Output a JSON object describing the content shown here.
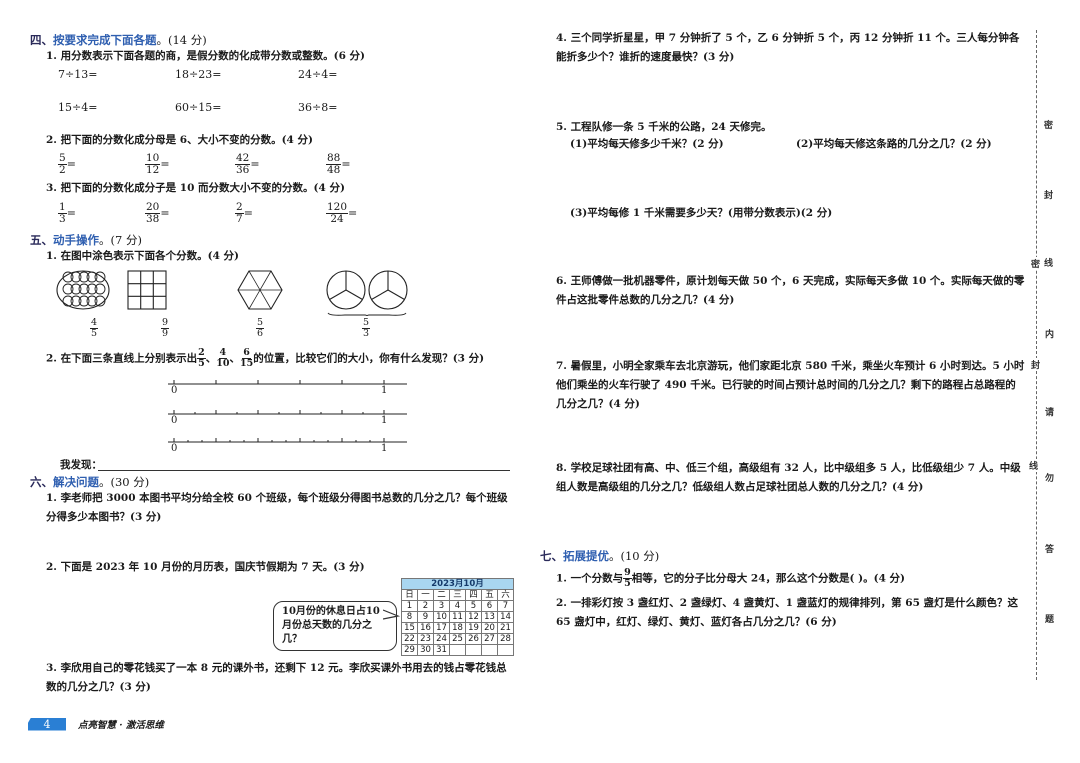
{
  "section4": {
    "num": "四、",
    "title": "按要求完成下面各题",
    "points": "。(14 分)",
    "q1": {
      "text": "1. 用分数表示下面各题的商，是假分数的化成带分数或整数。(6 分)",
      "items": [
        "7÷13=",
        "18÷23=",
        "24÷4=",
        "15÷4=",
        "60÷15=",
        "36÷8="
      ]
    },
    "q2": {
      "text": "2. 把下面的分数化成分母是 6、大小不变的分数。(4 分)",
      "fractions": [
        {
          "n": "5",
          "d": "2"
        },
        {
          "n": "10",
          "d": "12"
        },
        {
          "n": "42",
          "d": "36"
        },
        {
          "n": "88",
          "d": "48"
        }
      ]
    },
    "q3": {
      "text": "3. 把下面的分数化成分子是 10 而分数大小不变的分数。(4 分)",
      "fractions": [
        {
          "n": "1",
          "d": "3"
        },
        {
          "n": "20",
          "d": "38"
        },
        {
          "n": "2",
          "d": "7"
        },
        {
          "n": "120",
          "d": "24"
        }
      ]
    },
    "eq": "="
  },
  "section5": {
    "num": "五、",
    "title": "动手操作",
    "points": "。(7 分)",
    "q1": {
      "text": "1. 在图中涂色表示下面各个分数。(4 分)",
      "labels": [
        {
          "n": "4",
          "d": "5"
        },
        {
          "n": "9",
          "d": "9"
        },
        {
          "n": "5",
          "d": "6"
        },
        {
          "n": "5",
          "d": "3"
        }
      ]
    },
    "q2": {
      "text_before": "2. 在下面三条直线上分别表示出",
      "text_after": "的位置，比较它们的大小，你有什么发现？(3 分)",
      "fractions": [
        {
          "n": "2",
          "d": "5"
        },
        {
          "n": "4",
          "d": "10"
        },
        {
          "n": "6",
          "d": "15"
        }
      ],
      "sep": "、",
      "zero": "0",
      "one": "1",
      "discover_label": "我发现："
    }
  },
  "section6": {
    "num": "六、",
    "title": "解决问题",
    "points": "。(30 分)",
    "q1": "1. 李老师把 3000 本图书平均分给全校 60 个班级，每个班级分得图书总数的几分之几？每个班级分得多少本图书？(3 分)",
    "q2": "2. 下面是 2023 年 10 月份的月历表，国庆节假期为 7 天。(3 分)",
    "bubble": "10月份的休息日占10月份总天数的几分之几？",
    "calendar": {
      "title": "2023月10月",
      "weekdays": [
        "日",
        "一",
        "二",
        "三",
        "四",
        "五",
        "六"
      ],
      "rows": [
        [
          "1",
          "2",
          "3",
          "4",
          "5",
          "6",
          "7"
        ],
        [
          "8",
          "9",
          "10",
          "11",
          "12",
          "13",
          "14"
        ],
        [
          "15",
          "16",
          "17",
          "18",
          "19",
          "20",
          "21"
        ],
        [
          "22",
          "23",
          "24",
          "25",
          "26",
          "27",
          "28"
        ],
        [
          "29",
          "30",
          "31",
          "",
          "",
          "",
          ""
        ]
      ]
    },
    "q3": "3. 李欣用自己的零花钱买了一本 8 元的课外书，还剩下 12 元。李欣买课外书用去的钱占零花钱总数的几分之几？(3 分)",
    "q4": "4. 三个同学折星星，甲 7 分钟折了 5 个，乙 6 分钟折 5 个，丙 12 分钟折 11 个。三人每分钟各能折多少个？谁折的速度最快？(3 分)",
    "q5": {
      "text": "5. 工程队修一条 5 千米的公路，24 天修完。",
      "p1": "(1)平均每天修多少千米？(2 分)",
      "p2": "(2)平均每天修这条路的几分之几？(2 分)",
      "p3": "(3)平均每修 1 千米需要多少天？(用带分数表示)(2 分)"
    },
    "q6": "6. 王师傅做一批机器零件，原计划每天做 50 个，6 天完成，实际每天多做 10 个。实际每天做的零件占这批零件总数的几分之几？(4 分)",
    "q7": "7. 暑假里，小明全家乘车去北京游玩，他们家距北京 580 千米，乘坐火车预计 6 小时到达。5 小时他们乘坐的火车行驶了 490 千米。已行驶的时间占预计总时间的几分之几？剩下的路程占总路程的几分之几？(4 分)",
    "q8": "8. 学校足球社团有高、中、低三个组，高级组有 32 人，比中级组多 5 人，比低级组少 7 人。中级组人数是高级组的几分之几？低级组人数占足球社团总人数的几分之几？(4 分)"
  },
  "section7": {
    "num": "七、",
    "title": "拓展提优",
    "points": "。(10 分)",
    "q1_before": "1. 一个分数与",
    "q1_frac": {
      "n": "9",
      "d": "5"
    },
    "q1_after": "相等，它的分子比分母大 24，那么这个分数是(        )。(4 分)",
    "q2": "2. 一排彩灯按 3 盏红灯、2 盏绿灯、4 盏黄灯、1 盏蓝灯的规律排列，第 65 盏灯是什么颜色？这 65 盏灯中，红灯、绿灯、黄灯、蓝灯各占几分之几？(6 分)"
  },
  "margin": {
    "inner": [
      "密",
      "封",
      "线",
      "内",
      "请",
      "勿",
      "答",
      "题"
    ],
    "outer": [
      "密",
      "封",
      "线"
    ]
  },
  "footer": {
    "page": "4",
    "slogan": "点亮智慧 · 激活思维",
    "accent": "#2a7fd4"
  },
  "colors": {
    "section_title": "#2f5fb0",
    "calendar_header": "#a9d6f0"
  }
}
